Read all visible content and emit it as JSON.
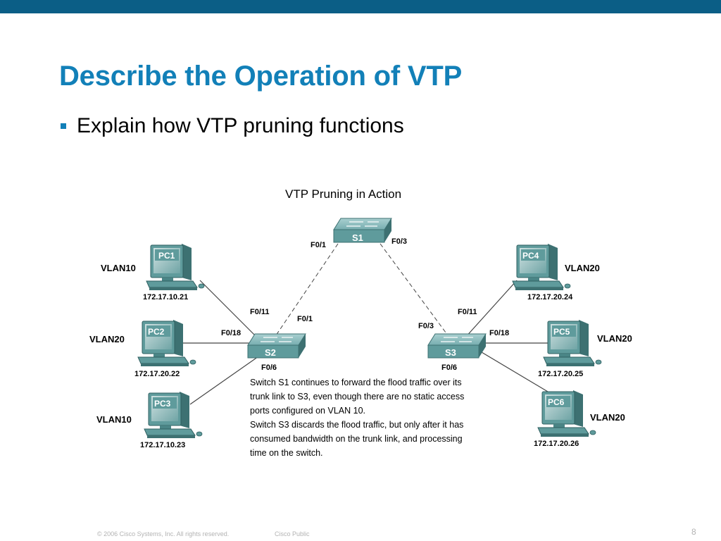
{
  "slide": {
    "title": "Describe the Operation of VTP",
    "bullet": "Explain how VTP pruning functions",
    "copyright": "© 2006 Cisco Systems, Inc. All rights reserved.",
    "classification": "Cisco Public",
    "page_number": "8"
  },
  "diagram": {
    "title": "VTP Pruning in Action",
    "switches": {
      "s1": "S1",
      "s2": "S2",
      "s3": "S3"
    },
    "pcs": [
      {
        "label": "PC1",
        "vlan": "VLAN10",
        "ip": "172.17.10.21"
      },
      {
        "label": "PC2",
        "vlan": "VLAN20",
        "ip": "172.17.20.22"
      },
      {
        "label": "PC3",
        "vlan": "VLAN10",
        "ip": "172.17.10.23"
      },
      {
        "label": "PC4",
        "vlan": "VLAN20",
        "ip": "172.17.20.24"
      },
      {
        "label": "PC5",
        "vlan": "VLAN20",
        "ip": "172.17.20.25"
      },
      {
        "label": "PC6",
        "vlan": "VLAN20",
        "ip": "172.17.20.26"
      }
    ],
    "ports": {
      "s1_left": "F0/1",
      "s1_right": "F0/3",
      "s2_pc1": "F0/11",
      "s2_s1": "F0/1",
      "s2_pc2": "F0/18",
      "s2_pc3": "F0/6",
      "s3_s1": "F0/3",
      "s3_pc4": "F0/11",
      "s3_pc5": "F0/18",
      "s3_pc6": "F0/6"
    },
    "caption": [
      "Switch S1 continues to forward the flood traffic over its",
      "trunk link to S3, even though there are no static access",
      "ports configured on VLAN 10.",
      "Switch S3 discards the flood traffic, but only after it has",
      "consumed bandwidth on the trunk link, and processing",
      "time on the switch."
    ]
  },
  "colors": {
    "topbar": "#0b5e86",
    "title": "#1280b8",
    "device_face": "#5f9b9c",
    "device_dark": "#3d7172"
  }
}
